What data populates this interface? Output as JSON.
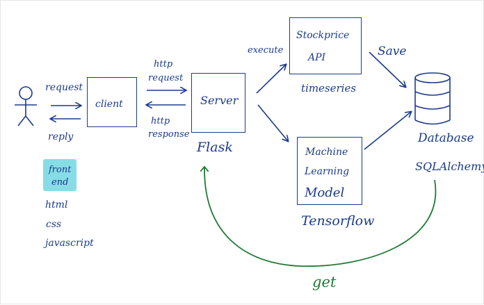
{
  "labels": {
    "request": "request",
    "reply": "reply",
    "client": "client",
    "http_request_line1": "http",
    "http_request_line2": "request",
    "http_response_line1": "http",
    "http_response_line2": "response",
    "server": "Server",
    "flask": "Flask",
    "execute": "execute",
    "stockprice_line1": "Stockprice",
    "stockprice_line2": "API",
    "timeseries": "timeseries",
    "save": "Save",
    "ml_line1": "Machine",
    "ml_line2": "Learning",
    "ml_line3": "Model",
    "tensorflow": "Tensorflow",
    "database": "Database",
    "sqlalchemy": "SQLAlchemy",
    "get": "get",
    "frontend_line1": "front",
    "frontend_line2": "end",
    "html": "html",
    "css": "css",
    "javascript": "javascript"
  },
  "colors": {
    "ink": "#1a3a8a",
    "green": "#1f7a35",
    "sticky": "#86dde6"
  }
}
